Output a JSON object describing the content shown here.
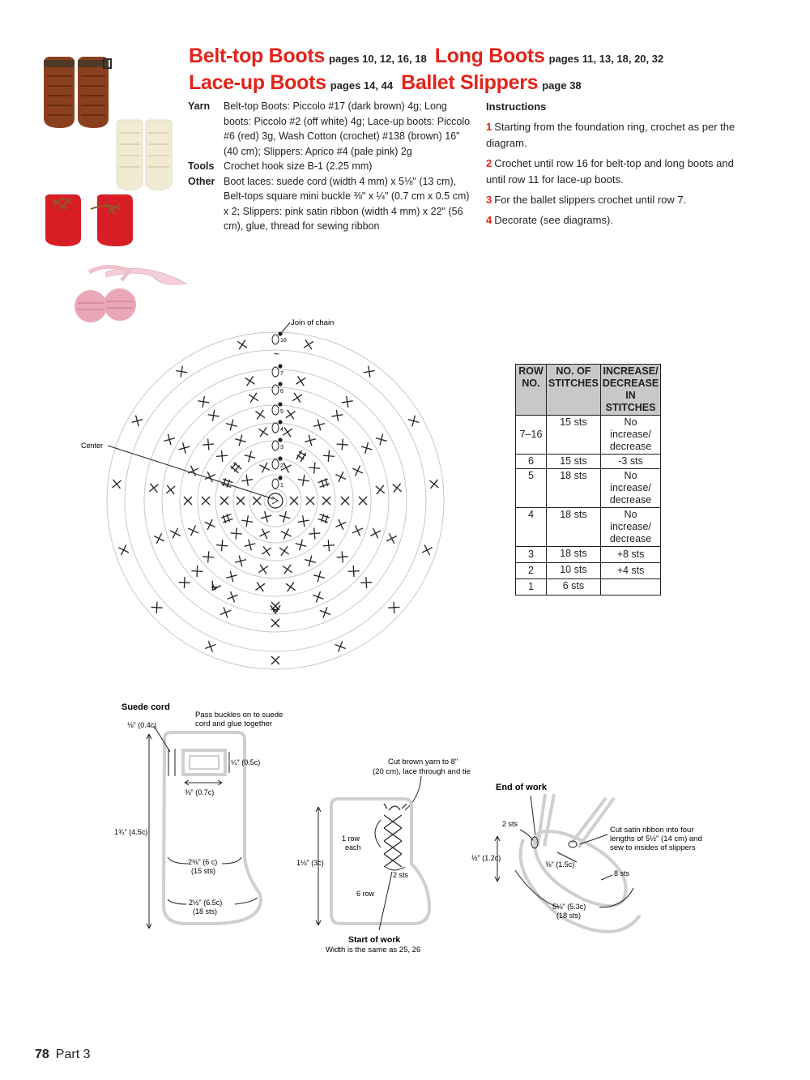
{
  "titles": {
    "belt_top": {
      "name": "Belt-top Boots",
      "pages": "pages 10, 12, 16, 18"
    },
    "long": {
      "name": "Long Boots",
      "pages": "pages 11, 13, 18, 20, 32"
    },
    "lace_up": {
      "name": "Lace-up Boots",
      "pages": "pages 14, 44"
    },
    "ballet": {
      "name": "Ballet Slippers",
      "pages": "page 38"
    }
  },
  "materials": {
    "yarn_label": "Yarn",
    "yarn_text": "Belt-top Boots: Piccolo #17 (dark brown) 4g; Long boots: Piccolo #2 (off white) 4g; Lace-up boots: Piccolo #6 (red) 3g, Wash Cotton (crochet) #138 (brown) 16\" (40 cm); Slippers: Aprico #4 (pale pink) 2g",
    "tools_label": "Tools",
    "tools_text": "Crochet hook size B-1 (2.25 mm)",
    "other_label": "Other",
    "other_text": "Boot laces: suede cord (width 4 mm) x 5⅛\" (13 cm), Belt-tops square mini buckle ⅜\" x ¼\" (0.7 cm x 0.5 cm) x 2; Slippers: pink satin ribbon (width 4 mm) x 22\" (56 cm), glue, thread for sewing ribbon"
  },
  "instructions": {
    "heading": "Instructions",
    "steps": [
      {
        "num": "1",
        "text": "Starting from the foundation ring, crochet as per the diagram."
      },
      {
        "num": "2",
        "text": "Crochet until row 16 for belt-top and long boots and until row 11 for lace-up boots."
      },
      {
        "num": "3",
        "text": "For the ballet slippers crochet until row 7."
      },
      {
        "num": "4",
        "text": "Decorate (see diagrams)."
      }
    ]
  },
  "diagram": {
    "join_label": "Join of chain",
    "center_label": "Center",
    "row_numbers": [
      "16",
      "7",
      "6",
      "5",
      "4",
      "3",
      "2",
      "1"
    ],
    "ellipsis": "~"
  },
  "table": {
    "headers": [
      "ROW NO.",
      "NO. OF STITCHES",
      "INCREASE/ DECREASE IN STITCHES"
    ],
    "rows": [
      {
        "row": "7–16",
        "sts": "15 sts",
        "change": "No increase/ decrease"
      },
      {
        "row": "6",
        "sts": "15 sts",
        "change": "-3 sts"
      },
      {
        "row": "5",
        "sts": "18 sts",
        "change": "No increase/ decrease"
      },
      {
        "row": "4",
        "sts": "18 sts",
        "change": "No increase/ decrease"
      },
      {
        "row": "3",
        "sts": "18 sts",
        "change": "+8 sts"
      },
      {
        "row": "2",
        "sts": "10 sts",
        "change": "+4 sts"
      },
      {
        "row": "1",
        "sts": "6 sts",
        "change": ""
      }
    ]
  },
  "belt_boot": {
    "title": "Suede cord",
    "note": "Pass buckles on to suede cord and glue together",
    "dim_cord": "⅛\" (0.4c)",
    "dim_buckle_h": "¼\" (0.5c)",
    "dim_buckle_w": "⅜\" (0.7c)",
    "dim_height": "1¾\" (4.5c)",
    "dim_top_width": "2⅜\" (6 c)",
    "dim_top_sts": "(15 sts)",
    "dim_foot_width": "2½\" (6.5c)",
    "dim_foot_sts": "(18 sts)"
  },
  "lace_boot": {
    "note": "Cut brown yarn to 8\" (20 cm), lace through and tie",
    "row_each_1": "1 row",
    "row_each_2": "each",
    "dim_height": "1⅛\" (3c)",
    "sts": "2 sts",
    "row6": "6 row",
    "start_label": "Start of work",
    "start_note": "Width is the same as 25, 26"
  },
  "slipper": {
    "end_label": "End of work",
    "sts2": "2 sts",
    "dim_height": "½\" (1.2c)",
    "note": "Cut satin ribbon into four lengths of 5½\" (14 cm) and sew to insides of slippers",
    "dim_opening": "⅝\" (1.5c)",
    "sts8": "8 sts",
    "dim_sole": "5⅛\" (5.3c)",
    "sole_sts": "(18 sts)"
  },
  "footer": {
    "page": "78",
    "section": "Part 3"
  },
  "colors": {
    "accent": "#e2231a",
    "brown": "#7a3b1d",
    "red": "#d81e24",
    "cream": "#f1ebd4",
    "pink": "#e9a7b8"
  }
}
